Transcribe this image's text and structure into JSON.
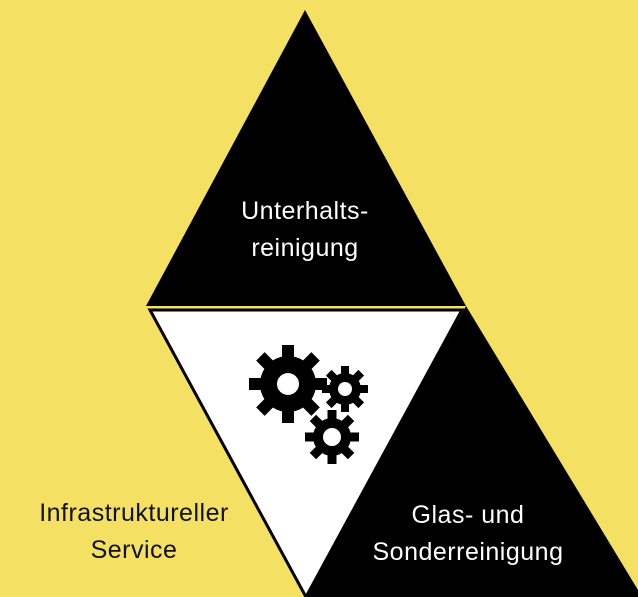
{
  "colors": {
    "background": "#f4e063",
    "dark": "#000000",
    "light": "#ffffff"
  },
  "diagram": {
    "center_icon": "gears-icon",
    "top": {
      "line1": "Unterhalts-",
      "line2": "reinigung"
    },
    "bottom_left": {
      "line1": "Infrastruktureller",
      "line2": "Service"
    },
    "bottom_right": {
      "line1": "Glas- und",
      "line2": "Sonderreinigung"
    }
  }
}
